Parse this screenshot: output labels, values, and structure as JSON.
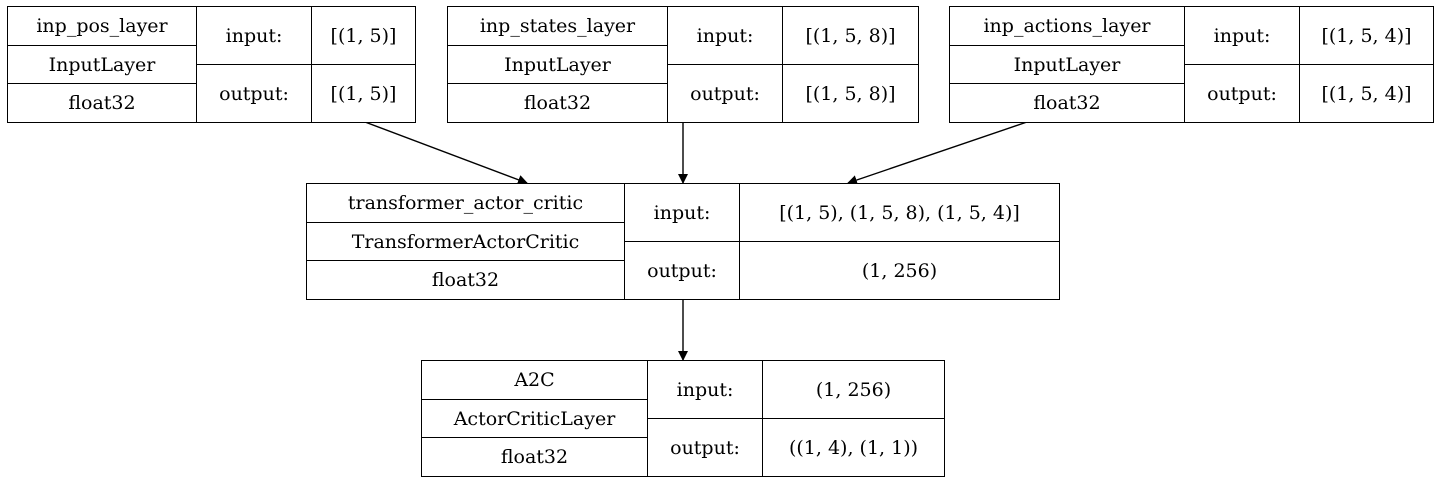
{
  "labels": {
    "input": "input:",
    "output": "output:"
  },
  "nodes": {
    "inp_pos": {
      "name": "inp_pos_layer",
      "class": "InputLayer",
      "dtype": "float32",
      "input": "[(1, 5)]",
      "output": "[(1, 5)]"
    },
    "inp_states": {
      "name": "inp_states_layer",
      "class": "InputLayer",
      "dtype": "float32",
      "input": "[(1, 5, 8)]",
      "output": "[(1, 5, 8)]"
    },
    "inp_actions": {
      "name": "inp_actions_layer",
      "class": "InputLayer",
      "dtype": "float32",
      "input": "[(1, 5, 4)]",
      "output": "[(1, 5, 4)]"
    },
    "transformer": {
      "name": "transformer_actor_critic",
      "class": "TransformerActorCritic",
      "dtype": "float32",
      "input": "[(1, 5), (1, 5, 8), (1, 5, 4)]",
      "output": "(1, 256)"
    },
    "a2c": {
      "name": "A2C",
      "class": "ActorCriticLayer",
      "dtype": "float32",
      "input": "(1, 256)",
      "output": "((1, 4), (1, 1))"
    }
  },
  "edges": [
    {
      "from": "inp_pos",
      "to": "transformer"
    },
    {
      "from": "inp_states",
      "to": "transformer"
    },
    {
      "from": "inp_actions",
      "to": "transformer"
    },
    {
      "from": "transformer",
      "to": "a2c"
    }
  ]
}
